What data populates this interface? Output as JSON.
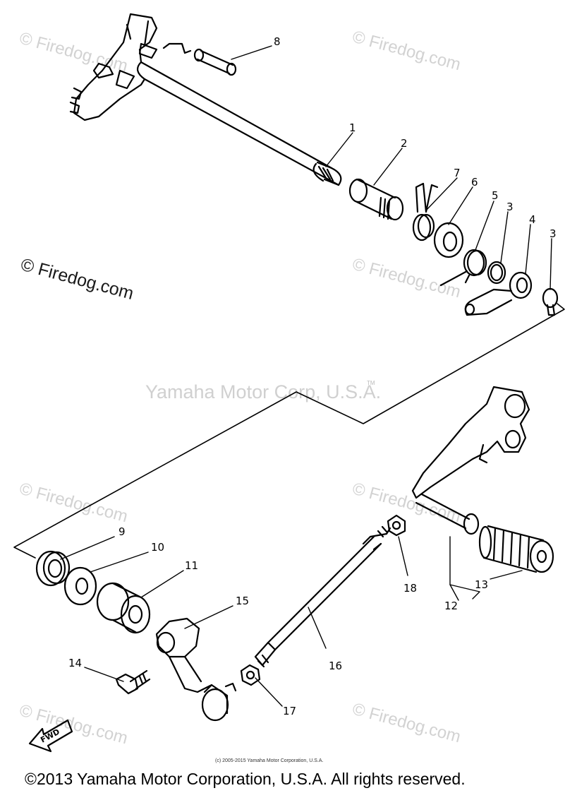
{
  "watermark": {
    "brand": "© Firedog.com",
    "center": "Yamaha Motor Corp, U.S.A.",
    "tm": "TM"
  },
  "credit_small": "(c) 2005-2015 Yamaha Motor Corporation, U.S.A.",
  "copyright": "©2013 Yamaha Motor Corporation, U.S.A. All rights reserved.",
  "fwd_label": "FWD",
  "callouts": {
    "c1": "1",
    "c2": "2",
    "c3a": "3",
    "c3b": "3",
    "c4": "4",
    "c5": "5",
    "c6": "6",
    "c7": "7",
    "c8": "8",
    "c9": "9",
    "c10": "10",
    "c11": "11",
    "c12": "12",
    "c13": "13",
    "c14": "14",
    "c15": "15",
    "c16": "16",
    "c17": "17",
    "c18": "18"
  }
}
